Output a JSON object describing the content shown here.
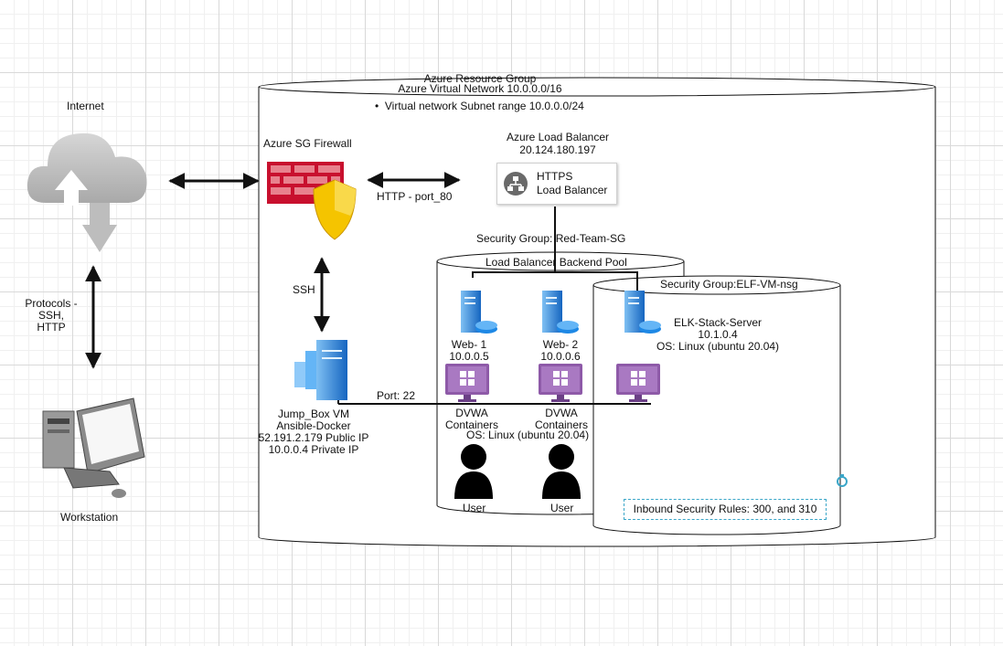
{
  "resource_group": {
    "title": "Azure Resource Group",
    "vnet": "Azure Virtual Network 10.0.0.0/16",
    "subnet_bullet": "Virtual network Subnet range 10.0.0.0/24"
  },
  "internet": {
    "label": "Internet"
  },
  "workstation": {
    "label": "Workstation"
  },
  "protocols_label": [
    "Protocols -",
    "SSH,",
    "HTTP"
  ],
  "firewall": {
    "label": "Azure SG Firewall"
  },
  "http_label": "HTTP - port_80",
  "load_balancer": {
    "title": "Azure Load Balancer",
    "ip": "20.124.180.197",
    "box_line1": "HTTPS",
    "box_line2": "Load Balancer"
  },
  "ssh_label": "SSH",
  "jumpbox": {
    "lines": [
      "Jump_Box VM",
      "Ansible-Docker",
      "52.191.2.179 Public IP",
      "10.0.0.4 Private IP"
    ]
  },
  "port_label": "Port: 22",
  "red_team_sg": "Security Group: Red-Team-SG",
  "backend_pool": "Load Balancer Backend Pool",
  "web1": {
    "name": "Web- 1",
    "ip": "10.0.0.5"
  },
  "web2": {
    "name": "Web- 2",
    "ip": "10.0.0.6"
  },
  "dvwa1": [
    "DVWA",
    "Containers"
  ],
  "dvwa2": [
    "DVWA",
    "Containers"
  ],
  "web_os": "OS: Linux (ubuntu 20.04)",
  "user1": "User",
  "user2": "User",
  "elk": {
    "sg": "Security Group:ELF-VM-nsg",
    "name": "ELK-Stack-Server",
    "ip": "10.1.0.4",
    "os": "OS: Linux (ubuntu 20.04)"
  },
  "inbound_rules": "Inbound Security Rules: 300, and 310",
  "colors": {
    "firewall_red": "#c8102e",
    "shield_yellow": "#f5c400",
    "server_blue": "#1e88e5",
    "vm_purple": "#8e5aa8",
    "cloud_gray": "#bdbdbd",
    "accent_cyan": "#3aa6c8"
  }
}
